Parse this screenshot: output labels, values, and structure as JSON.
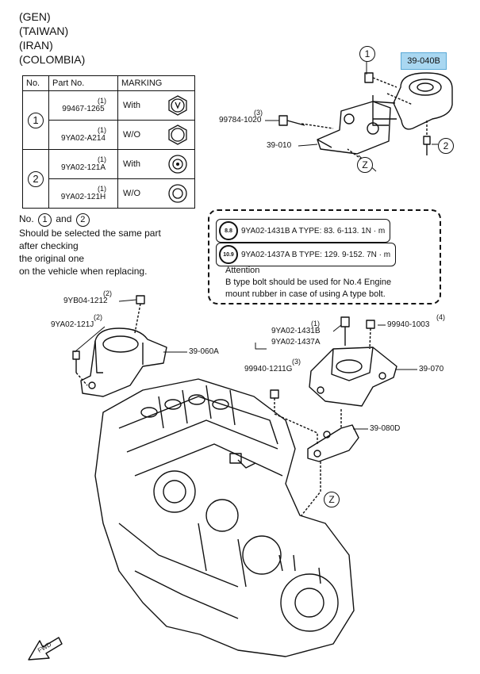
{
  "regions": [
    "(GEN)",
    "(TAIWAN)",
    "(IRAN)",
    "(COLOMBIA)"
  ],
  "table": {
    "headers": [
      "No.",
      "Part No.",
      "MARKING"
    ],
    "groups": [
      {
        "no": "1",
        "rows": [
          {
            "qty": "(1)",
            "part": "99467-1265",
            "marking": "With"
          },
          {
            "qty": "(1)",
            "part": "9YA02-A214",
            "marking": "W/O"
          }
        ]
      },
      {
        "no": "2",
        "rows": [
          {
            "qty": "(1)",
            "part": "9YA02-121A",
            "marking": "With"
          },
          {
            "qty": "(1)",
            "part": "9YA02-121H",
            "marking": "W/O"
          }
        ]
      }
    ]
  },
  "note": {
    "line1_pre": "No.",
    "no1": "1",
    "line1_mid": "and",
    "no2": "2",
    "lines": [
      "Should be selected the same part",
      "after checking",
      "the original one",
      "on the vehicle when replacing."
    ]
  },
  "bolt_box": {
    "a_badge": "8.8",
    "a_text": "9YA02-1431B  A TYPE: 83. 6-113. 1N · m",
    "b_badge": "10.9",
    "b_text": "9YA02-1437A  B TYPE: 129. 9-152. 7N · m",
    "attention_title": "Attention",
    "attention_lines": [
      "B type bolt should be used for No.4 Engine",
      "mount rubber in case of using A type bolt."
    ]
  },
  "labels": {
    "highlight": "39-040B",
    "p99784": "99784-1020",
    "p99784_qty": "(3)",
    "p39010": "39-010",
    "p9yb04": "9YB04-1212",
    "p9yb04_qty": "(2)",
    "p9ya02_121j": "9YA02-121J",
    "p9ya02_121j_qty": "(2)",
    "p39060a": "39-060A",
    "p1431b": "9YA02-1431B",
    "p1437a": "9YA02-1437A",
    "p1431b_qty": "(1)",
    "p99940_1003": "99940-1003",
    "p99940_1003_qty": "(4)",
    "p99940_1211g": "99940-1211G",
    "p99940_1211g_qty": "(3)",
    "p39070": "39-070",
    "p39080d": "39-080D",
    "circle1": "1",
    "circle2": "2",
    "circleZ": "Z",
    "fwd": "FWD"
  }
}
